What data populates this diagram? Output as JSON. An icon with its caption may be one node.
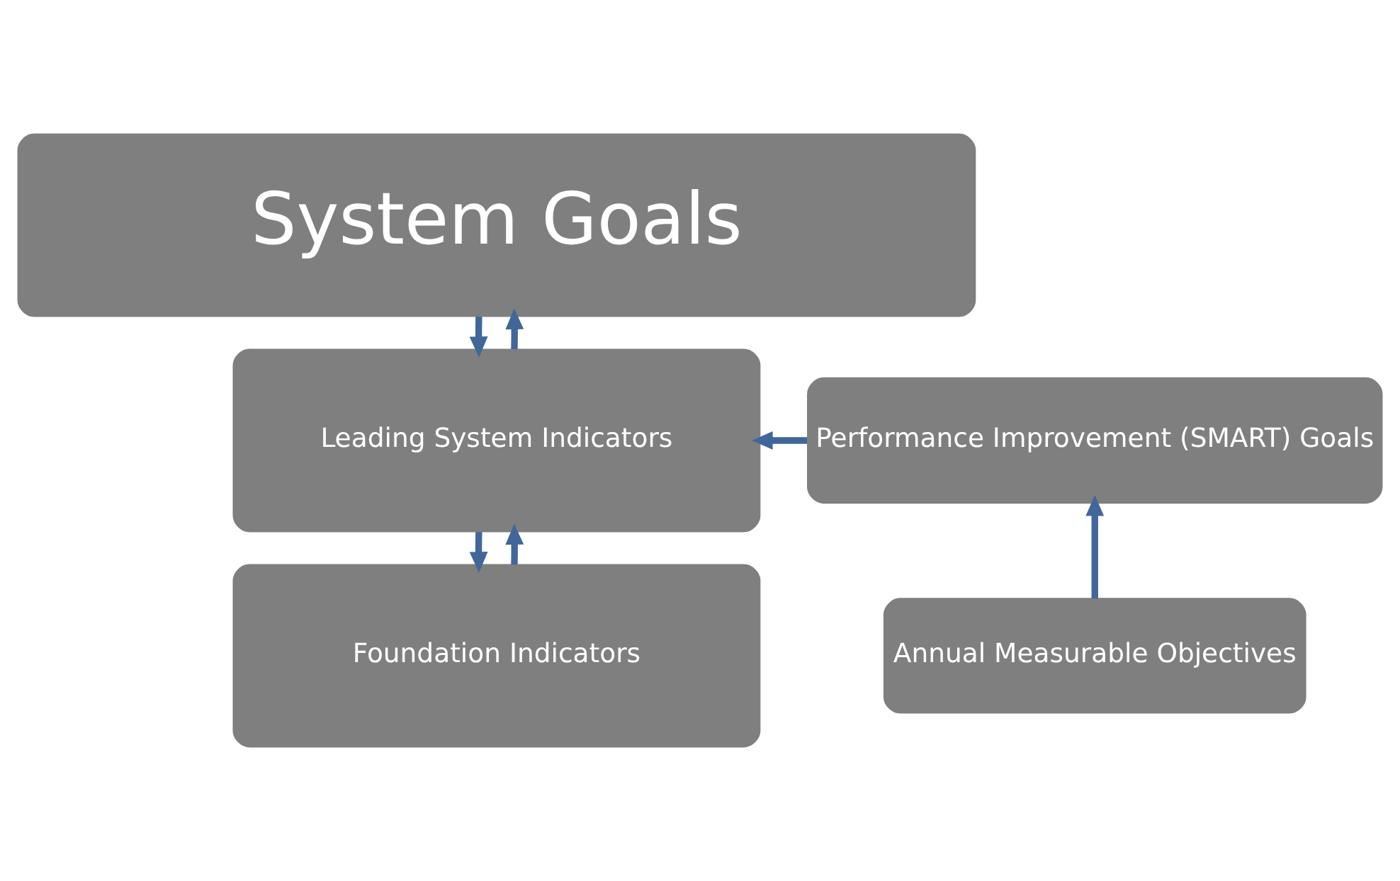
{
  "diagram": {
    "nodes": [
      {
        "text": [
          "System Goals"
        ]
      },
      {
        "text": [
          "Leading System Indicators"
        ]
      },
      {
        "text": [
          "Performance Improvement (SMART) Goals"
        ]
      },
      {
        "text": [
          "Foundation Indicators"
        ]
      },
      {
        "text": [
          "Annual Measurable Objectives"
        ]
      }
    ],
    "edges": [
      {
        "from": 0,
        "to": 1,
        "arrow": "to"
      },
      {
        "from": 1,
        "to": 0,
        "arrow": "to"
      },
      {
        "from": 2,
        "to": 1,
        "arrow": "to"
      },
      {
        "from": 1,
        "to": 3,
        "arrow": "to"
      },
      {
        "from": 3,
        "to": 1,
        "arrow": "to"
      },
      {
        "from": 4,
        "to": 2,
        "arrow": "to"
      }
    ]
  }
}
